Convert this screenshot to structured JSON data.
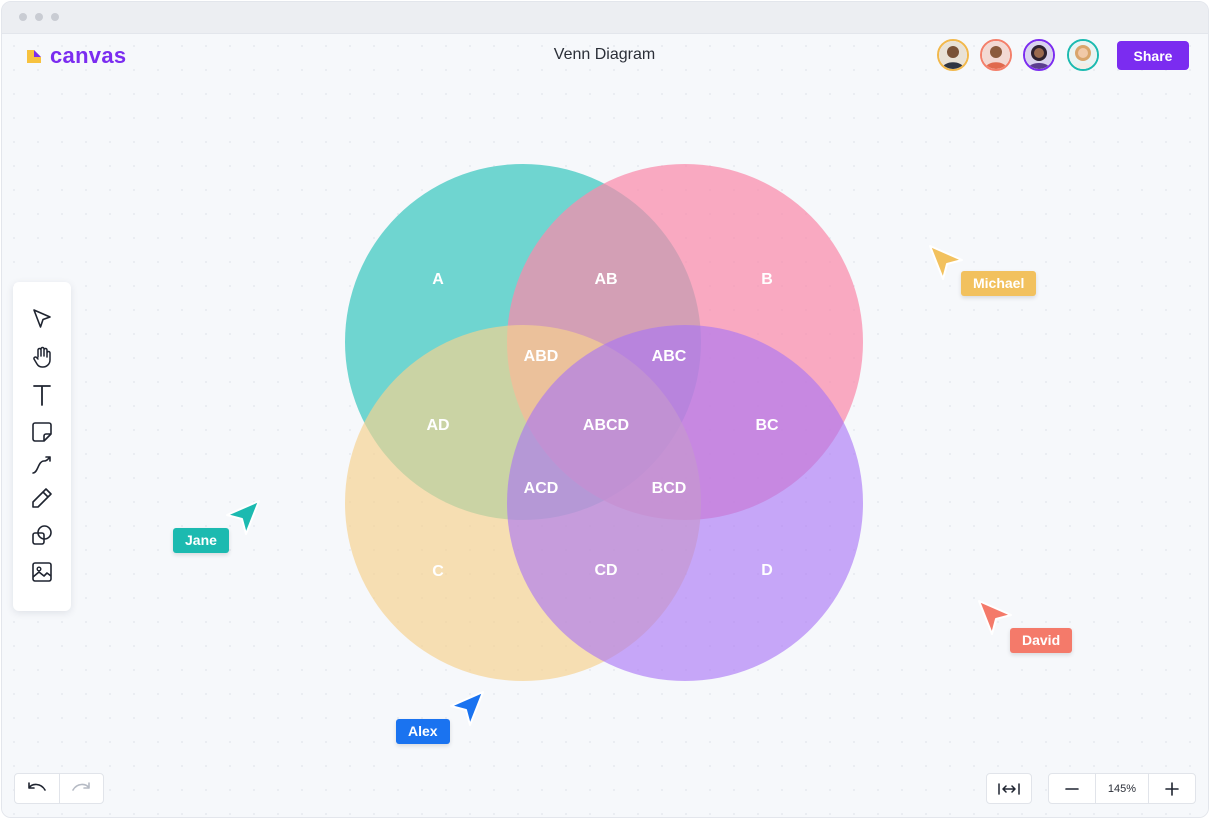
{
  "app": {
    "name": "canvas",
    "document_title": "Venn Diagram"
  },
  "colors": {
    "brand": "#7b2cf0",
    "set_a": "#6fd5d0",
    "set_b": "#f98aab",
    "set_c": "#f6d18f",
    "set_d": "#a874f5"
  },
  "header": {
    "share_label": "Share",
    "avatars": [
      {
        "icon": "avatar-1",
        "ring": "#f2b84b"
      },
      {
        "icon": "avatar-2",
        "ring": "#f47f6a"
      },
      {
        "icon": "avatar-3",
        "ring": "#7b2cf0"
      },
      {
        "icon": "avatar-4",
        "ring": "#1cbab0"
      }
    ]
  },
  "toolbar": {
    "tools": [
      "select-icon",
      "hand-icon",
      "text-icon",
      "sticky-note-icon",
      "connector-icon",
      "pen-icon",
      "shapes-icon",
      "image-icon"
    ]
  },
  "venn": {
    "sets": [
      "A",
      "B",
      "C",
      "D"
    ],
    "regions": [
      "A",
      "AB",
      "B",
      "ABD",
      "ABC",
      "AD",
      "ABCD",
      "BC",
      "ACD",
      "BCD",
      "C",
      "CD",
      "D"
    ]
  },
  "collaborators": [
    {
      "name": "Michael",
      "color": "#f2c15e"
    },
    {
      "name": "Jane",
      "color": "#1cbab0"
    },
    {
      "name": "David",
      "color": "#f47a6a"
    },
    {
      "name": "Alex",
      "color": "#1a73f0"
    }
  ],
  "footer": {
    "undo_icon": "undo-icon",
    "redo_icon": "redo-icon",
    "fit_icon": "fit-width-icon",
    "zoom_value": "145%"
  }
}
